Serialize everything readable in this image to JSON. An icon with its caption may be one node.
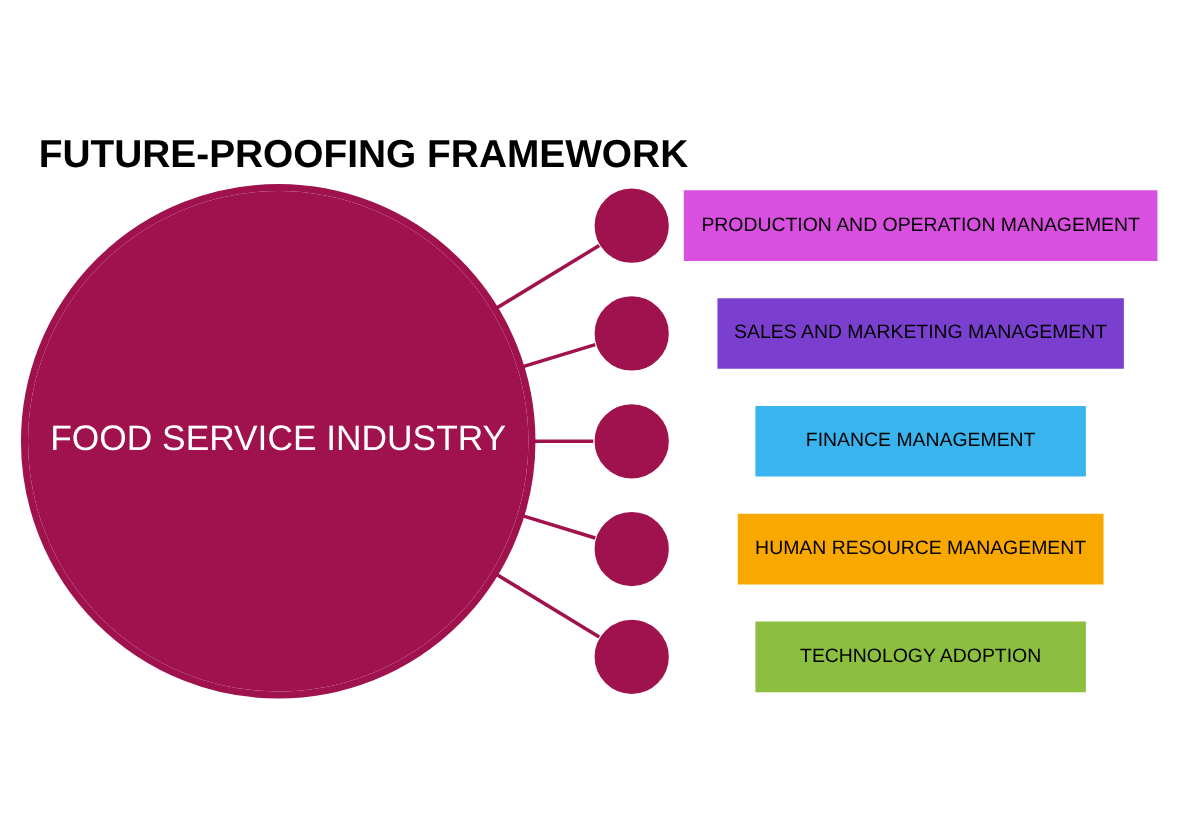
{
  "diagram": {
    "title": "FUTURE-PROOFING FRAMEWORK",
    "nodes": [
      {
        "text": [
          "FOOD SERVICE INDUSTRY"
        ]
      },
      {
        "text": [],
        "shape": "circle"
      },
      {
        "text": [
          "PRODUCTION AND OPERATION MANAGEMENT"
        ]
      },
      {
        "text": [],
        "shape": "circle"
      },
      {
        "text": [
          "SALES AND MARKETING MANAGEMENT"
        ]
      },
      {
        "text": [],
        "shape": "circle"
      },
      {
        "text": [
          "FINANCE MANAGEMENT"
        ]
      },
      {
        "text": [],
        "shape": "circle"
      },
      {
        "text": [
          "HUMAN RESOURCE MANAGEMENT"
        ]
      },
      {
        "text": [],
        "shape": "circle"
      },
      {
        "text": [
          "TECHNOLOGY ADOPTION"
        ]
      }
    ],
    "edges": [
      {
        "from": 0,
        "to": 1,
        "arrow": "none"
      },
      {
        "from": 0,
        "to": 3,
        "arrow": "none"
      },
      {
        "from": 0,
        "to": 5,
        "arrow": "none"
      },
      {
        "from": 0,
        "to": 7,
        "arrow": "none"
      },
      {
        "from": 0,
        "to": 9,
        "arrow": "none"
      }
    ]
  }
}
